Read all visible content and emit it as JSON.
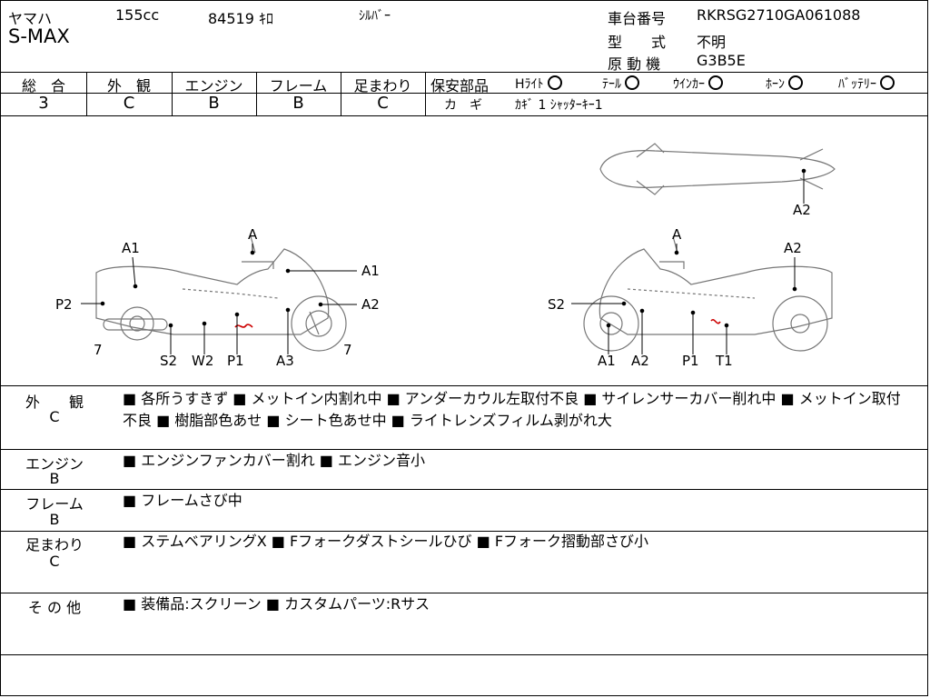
{
  "header": {
    "maker": "ヤマハ",
    "displacement": "155cc",
    "mileage": "84519 ｷﾛ",
    "color": "ｼﾙﾊﾞｰ",
    "model": "S-MAX",
    "frame_no_label": "車台番号",
    "frame_no": "RKRSG2710GA061088",
    "type_label": "型　　式",
    "type_value": "不明",
    "engine_label": "原 動 機",
    "engine_value": "G3B5E"
  },
  "grades": {
    "total_label": "総　合",
    "total": "3",
    "exterior_label": "外　観",
    "exterior": "C",
    "engine_label": "エンジン",
    "engine": "B",
    "frame_label": "フレーム",
    "frame": "B",
    "suspension_label": "足まわり",
    "suspension": "C"
  },
  "safety": {
    "label": "保安部品",
    "headlight": "Hﾗｲﾄ",
    "taillight": "ﾃｰﾙ",
    "winker": "ｳｲﾝｶｰ",
    "horn": "ﾎｰﾝ",
    "battery": "ﾊﾞｯﾃﾘｰ",
    "key_label": "カ　ギ",
    "key_value": "ｶｷﾞ 1  ｼｬｯﾀｰｷｰ1"
  },
  "diagram_labels": {
    "left": [
      "A",
      "A1",
      "A1",
      "P2",
      "A2",
      "7",
      "S2",
      "W2",
      "P1",
      "A3",
      "7"
    ],
    "right": [
      "A2",
      "A",
      "A2",
      "S2",
      "A1",
      "A2",
      "P1",
      "T1"
    ]
  },
  "sections": [
    {
      "name": "外　　観",
      "grade": "C",
      "text": "■ 各所うすきず ■ メットイン内割れ中 ■ アンダーカウル左取付不良 ■ サイレンサーカバー削れ中 ■ メットイン取付不良 ■ 樹脂部色あせ ■ シート色あせ中 ■ ライトレンズフィルム剥がれ大"
    },
    {
      "name": "エンジン",
      "grade": "B",
      "text": "■ エンジンファンカバー割れ ■ エンジン音小"
    },
    {
      "name": "フレーム",
      "grade": "B",
      "text": "■ フレームさび中"
    },
    {
      "name": "足まわり",
      "grade": "C",
      "text": "■ ステムベアリングX ■ Fフォークダストシールひび ■ Fフォーク摺動部さび小"
    },
    {
      "name": "そ の 他",
      "grade": "",
      "text": "■ 装備品:スクリーン ■ カスタムパーツ:Rサス"
    }
  ],
  "colors": {
    "line": "#000000",
    "bike": "#777777",
    "mark": "#cc0000"
  }
}
